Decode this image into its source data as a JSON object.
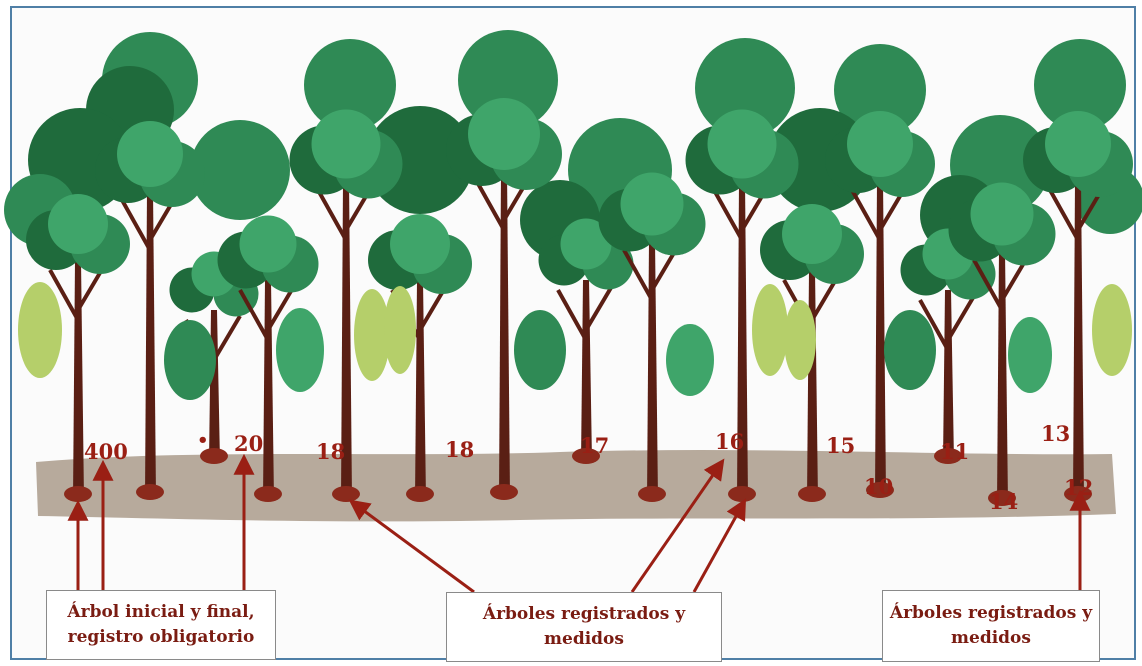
{
  "tree_numbers": [
    "400",
    "20",
    "18",
    "18",
    "17",
    "16",
    "15",
    "10",
    "14",
    "11",
    "13",
    "12"
  ],
  "dot_marker": "•",
  "labels": {
    "left": {
      "line1": "Árbol inicial y final,",
      "line2": "registro obligatorio"
    },
    "middle": {
      "line1": "Árboles registrados y",
      "line2": "medidos"
    },
    "right": {
      "line1": "Árboles registrados y",
      "line2": "medidos"
    }
  },
  "colors": {
    "foliage_dark": "#1f6b3c",
    "foliage_mid": "#2f8a55",
    "foliage_light": "#3fa56a",
    "trunk": "#5a1f14",
    "trunk_base": "#8b2a1c",
    "banana": "#b5cf6a",
    "ground": "#b7aa9c",
    "arrow": "#9a1f14",
    "label_text": "#7a1c12"
  }
}
